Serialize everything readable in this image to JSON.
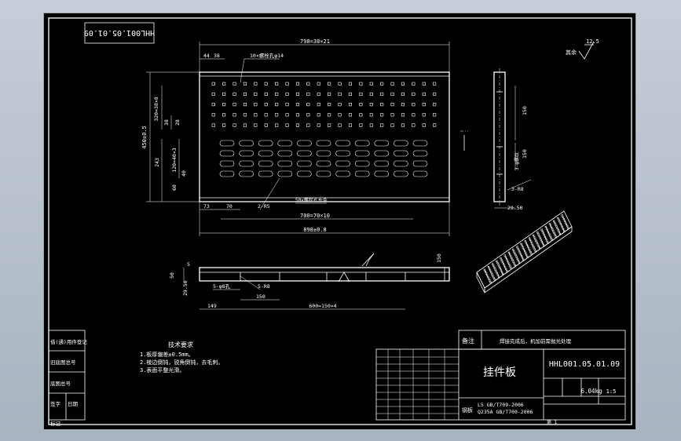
{
  "drawing": {
    "code": "HHL001.05.01.09",
    "code_mirror": "HHL001.05.01.09",
    "part_name": "挂件板",
    "mass": "6.04kg",
    "scale": "1:5",
    "material_1": "L5  GB/T709-2006",
    "material_2": "Q235A  GB/T700-2006",
    "material_label": "钢板",
    "remark_label": "备注",
    "remark_text": "焊接完成后，机加前需抛光处理",
    "roughness": "12.5",
    "roughness_suffix": "其余",
    "sheet_note": "第 1"
  },
  "tech_requirements": {
    "title": "技术要求",
    "items": [
      "1.板厚偏差±0.5mm。",
      "2.棱边倒钝，锐角倒钝，去毛刺。",
      "3.表面平整光滑。"
    ]
  },
  "left_stamps": [
    "借(通)用件登记",
    "旧底图总号",
    "底图总号",
    "签字",
    "日期"
  ],
  "bottom_left_label": "标记",
  "dimensions": {
    "top_span": "798=38×21",
    "d44": "44",
    "d38": "38",
    "hole_callout": "10×螺栓孔φ14",
    "d_mid": "320=38×8",
    "d38v": "38",
    "d28": "28",
    "overall_height": "450±0.5",
    "d243": "243",
    "d_slot_v": "120=40×3",
    "d40": "40",
    "d60": "60",
    "d73": "73",
    "d70": "70",
    "slot_callout": "2-R5",
    "slot_size": "50×螺栓孔长条",
    "slot_span": "700=70×10",
    "overall_width": "898±0.8",
    "side_150a": "150",
    "side_150b": "150",
    "side_holes": "3-φ螺纹",
    "side_r": "3-R8",
    "side_2950": "29.50",
    "bot_5": "5",
    "bot_50": "50",
    "bot_2950": "29.50",
    "bot_5x": "5-φ8孔",
    "bot_5r": "5-R8",
    "bot_150r": "150",
    "bot_150": "150",
    "bot_149": "149",
    "bot_span": "600=150×4"
  }
}
